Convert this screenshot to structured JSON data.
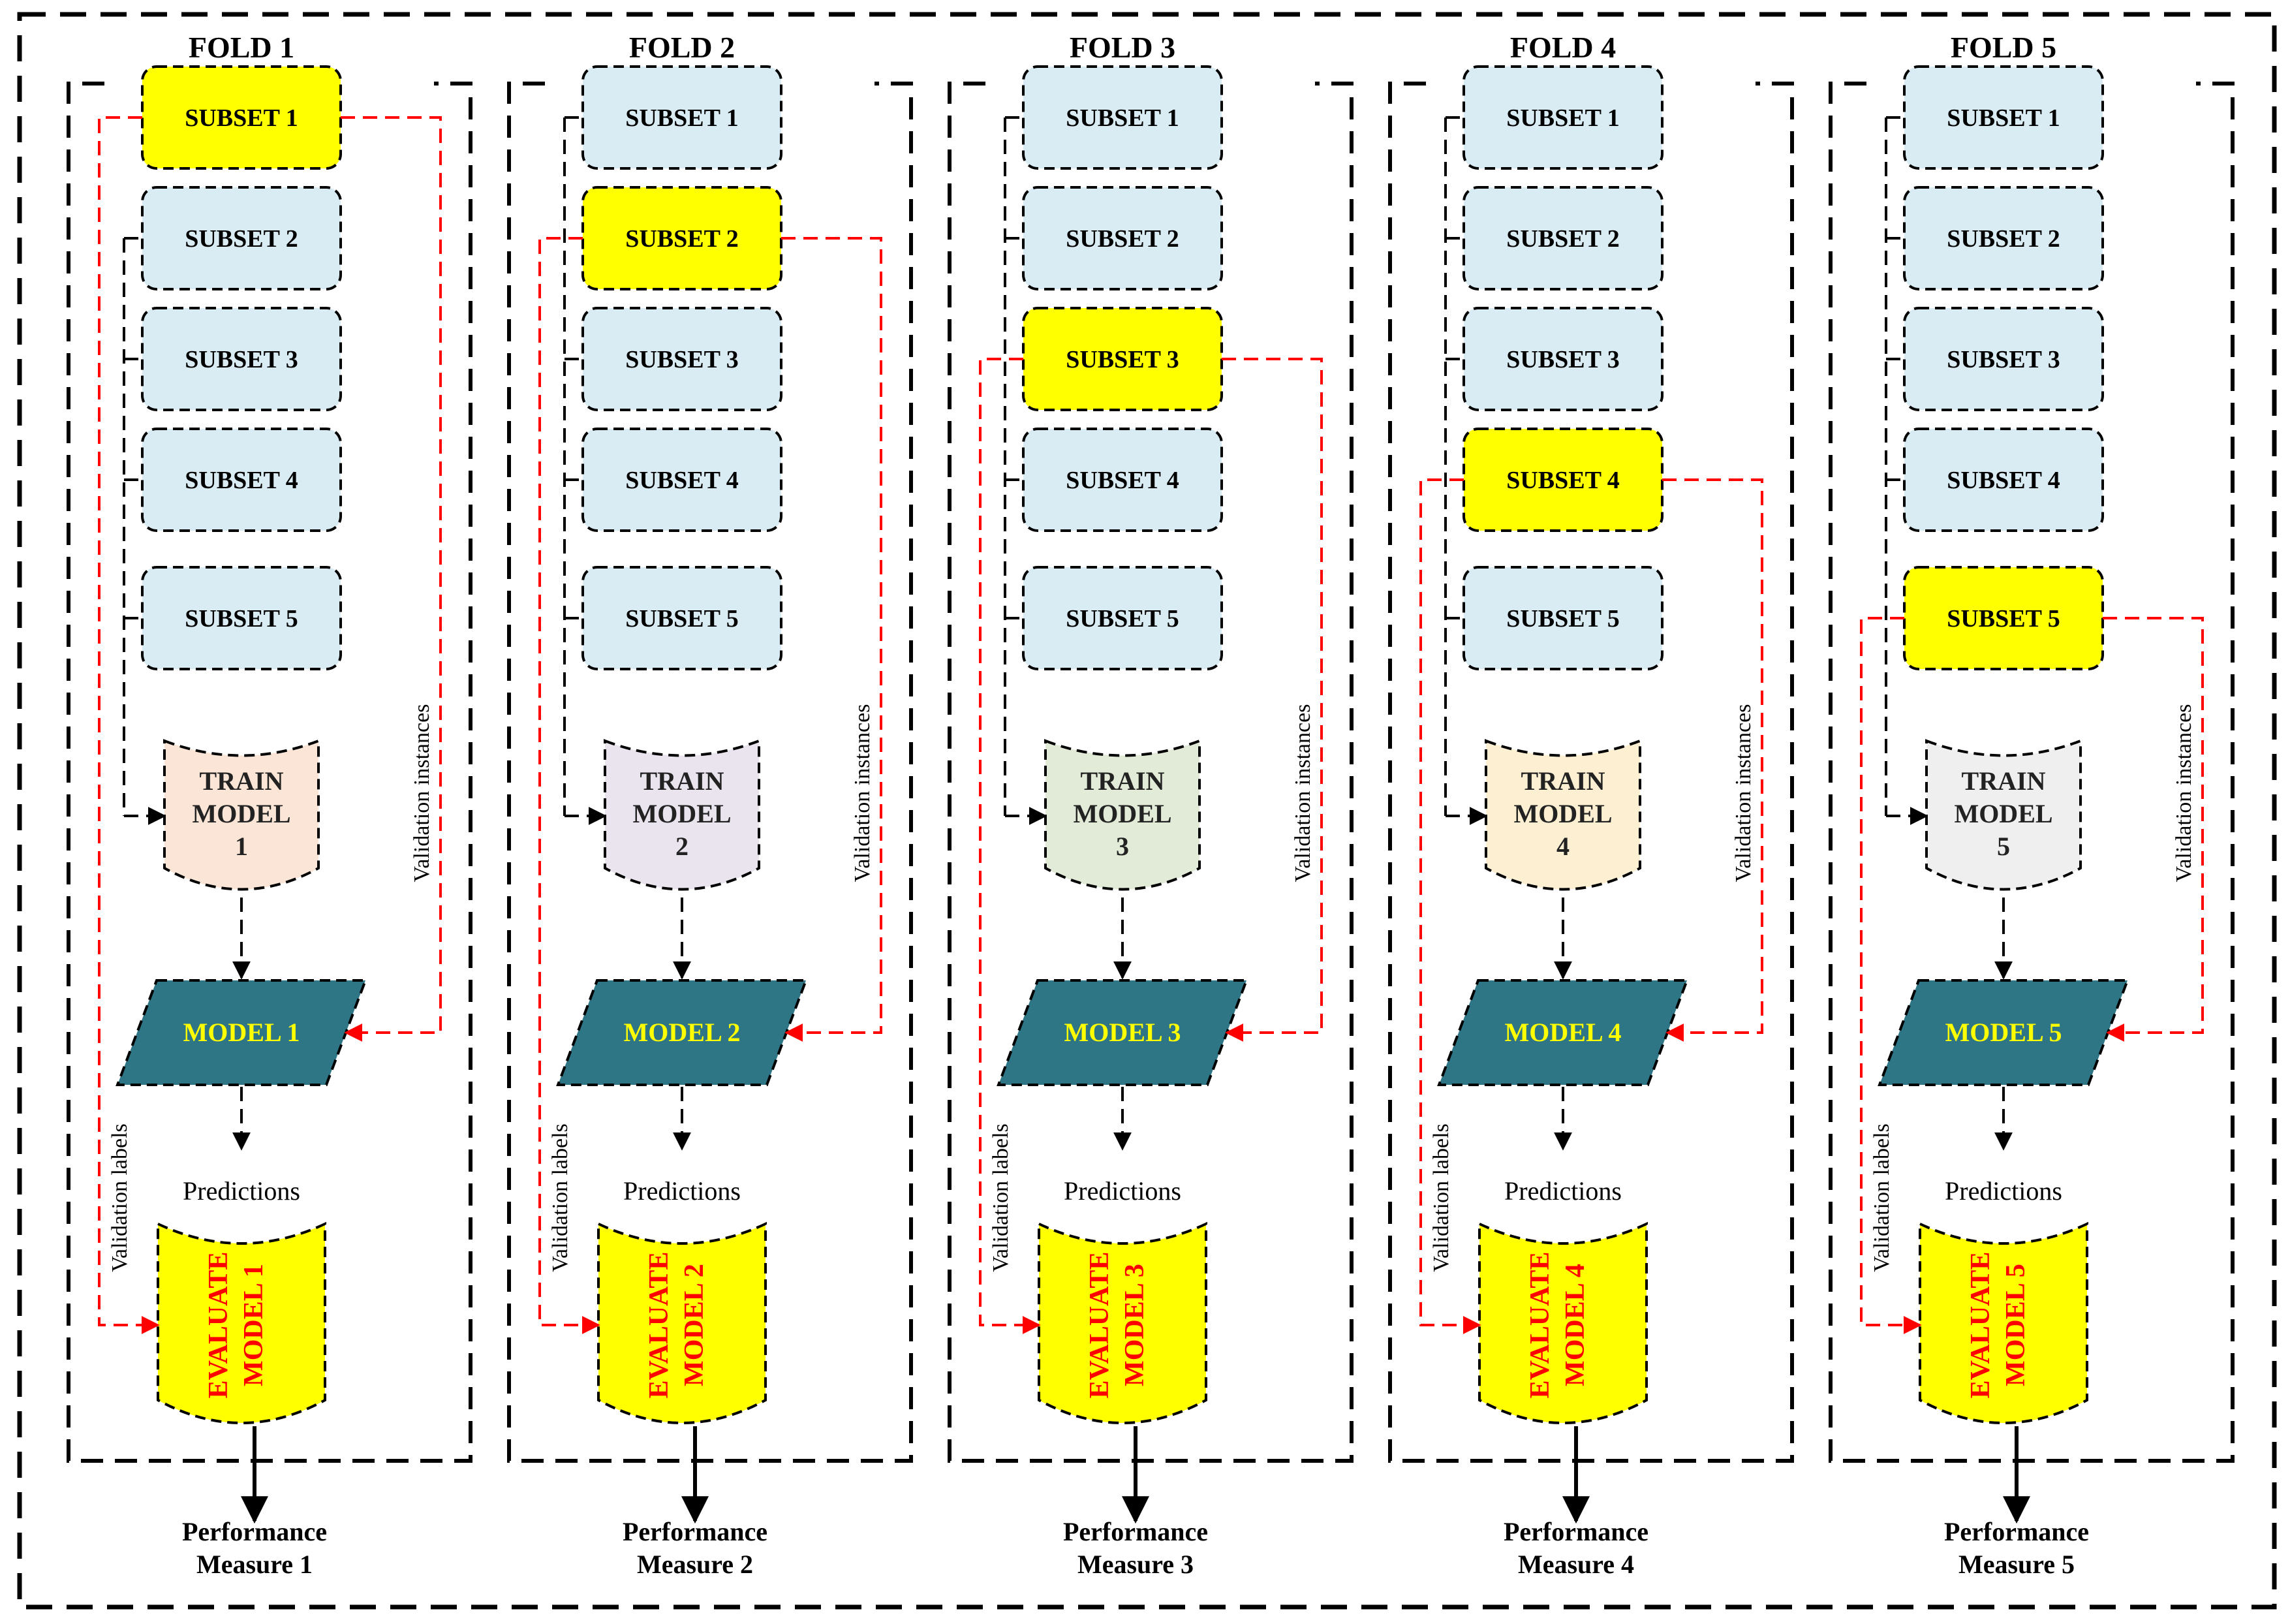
{
  "diagram": {
    "folds": [
      {
        "title": "FOLD 1",
        "validation_subset": 1,
        "train_label": [
          "TRAIN",
          "MODEL",
          "1"
        ],
        "model_label": "MODEL 1",
        "evaluate_label": [
          "EVALUATE",
          "MODEL 1"
        ],
        "performance_label": [
          "Performance",
          "Measure 1"
        ],
        "train_color": "#fbe5d6"
      },
      {
        "title": "FOLD 2",
        "validation_subset": 2,
        "train_label": [
          "TRAIN",
          "MODEL",
          "2"
        ],
        "model_label": "MODEL 2",
        "evaluate_label": [
          "EVALUATE",
          "MODEL 2"
        ],
        "performance_label": [
          "Performance",
          "Measure 2"
        ],
        "train_color": "#e9e4ee"
      },
      {
        "title": "FOLD 3",
        "validation_subset": 3,
        "train_label": [
          "TRAIN",
          "MODEL",
          "3"
        ],
        "model_label": "MODEL 3",
        "evaluate_label": [
          "EVALUATE",
          "MODEL 3"
        ],
        "performance_label": [
          "Performance",
          "Measure 3"
        ],
        "train_color": "#e2ebd8"
      },
      {
        "title": "FOLD 4",
        "validation_subset": 4,
        "train_label": [
          "TRAIN",
          "MODEL",
          "4"
        ],
        "model_label": "MODEL 4",
        "evaluate_label": [
          "EVALUATE",
          "MODEL 4"
        ],
        "performance_label": [
          "Performance",
          "Measure 4"
        ],
        "train_color": "#fdf0d2"
      },
      {
        "title": "FOLD 5",
        "validation_subset": 5,
        "train_label": [
          "TRAIN",
          "MODEL",
          "5"
        ],
        "model_label": "MODEL 5",
        "evaluate_label": [
          "EVALUATE",
          "MODEL 5"
        ],
        "performance_label": [
          "Performance",
          "Measure 5"
        ],
        "train_color": "#efefef"
      }
    ],
    "subset_labels": [
      "SUBSET 1",
      "SUBSET 2",
      "SUBSET 3",
      "SUBSET 4",
      "SUBSET 5"
    ],
    "predictions_label": "Predictions",
    "validation_instances_label": "Validation instances",
    "validation_labels_label": "Validation labels",
    "colors": {
      "subset_fill": "#d9ebf3",
      "validation_fill": "#ffff00",
      "model_fill": "#2e7585",
      "model_text": "#ffff00",
      "evaluate_fill": "#ffff00",
      "evaluate_text": "#ff0000",
      "red_line": "#ff0000",
      "line": "#000000"
    }
  }
}
